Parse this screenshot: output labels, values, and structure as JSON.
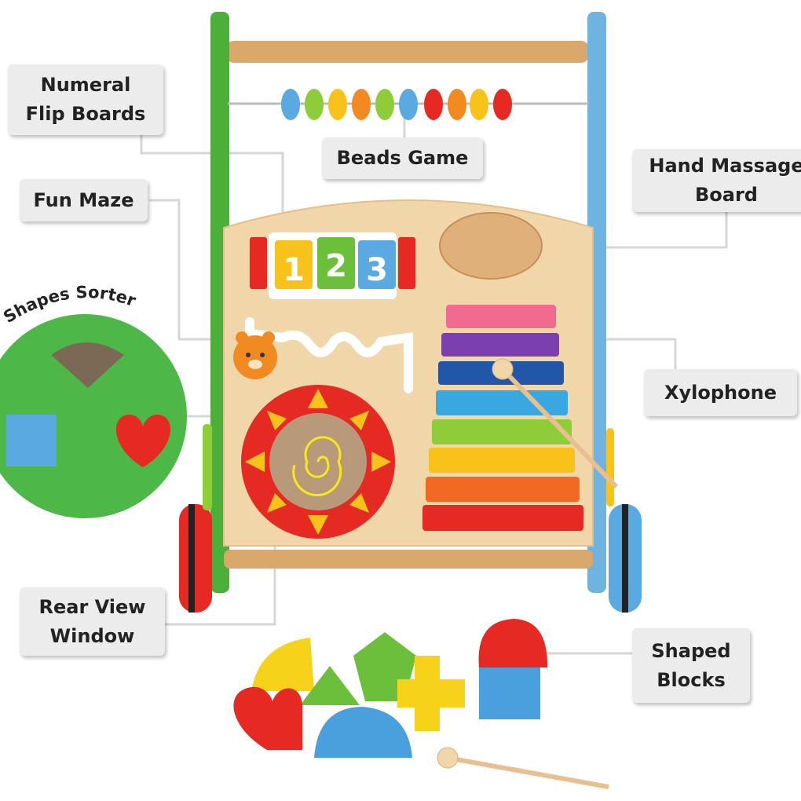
{
  "labels": {
    "numeral_flip_boards": "Numeral\nFlip Boards",
    "beads_game": "Beads Game",
    "hand_massage_board": "Hand Massage\nBoard",
    "fun_maze": "Fun Maze",
    "shapes_sorter": "Shapes Sorter",
    "xylophone": "Xylophone",
    "rear_view_window": "Rear View\nWindow",
    "shaped_blocks": "Shaped\nBlocks"
  },
  "flip_board_numbers": [
    "1",
    "2",
    "3"
  ],
  "colors": {
    "label_bg": "#ececec",
    "frame_green": "#4caf3a",
    "frame_blue": "#6fb3e0",
    "wood": "#f0d6a8",
    "sorter_green": "#4db848"
  }
}
